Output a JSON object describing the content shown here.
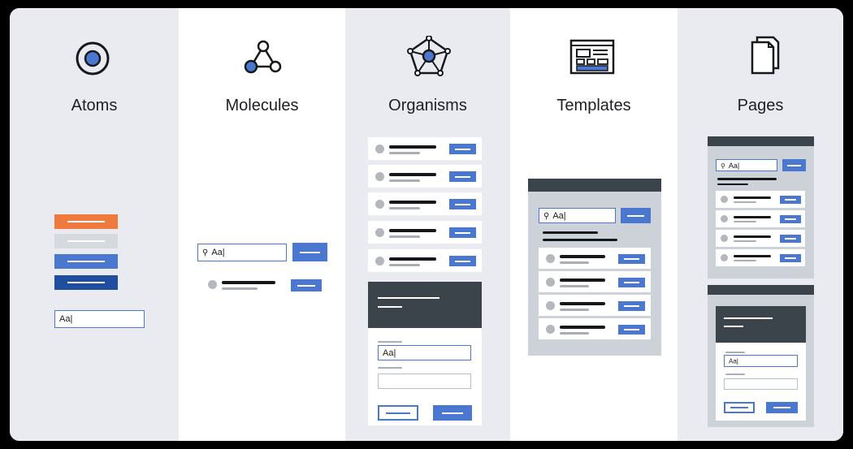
{
  "stages": [
    {
      "title": "Atoms",
      "icon": "atom-icon"
    },
    {
      "title": "Molecules",
      "icon": "molecule-icon"
    },
    {
      "title": "Organisms",
      "icon": "organism-icon"
    },
    {
      "title": "Templates",
      "icon": "template-icon"
    },
    {
      "title": "Pages",
      "icon": "pages-icon"
    }
  ],
  "arrow": "→",
  "input_text": "Aa",
  "colors": {
    "accent": "#4a78d0",
    "orange": "#ee7a3e",
    "light_gray": "#d6d9de",
    "dark_blue": "#1f4ea1",
    "dark_panel": "#3c444b",
    "band": "#e9ebf0"
  }
}
